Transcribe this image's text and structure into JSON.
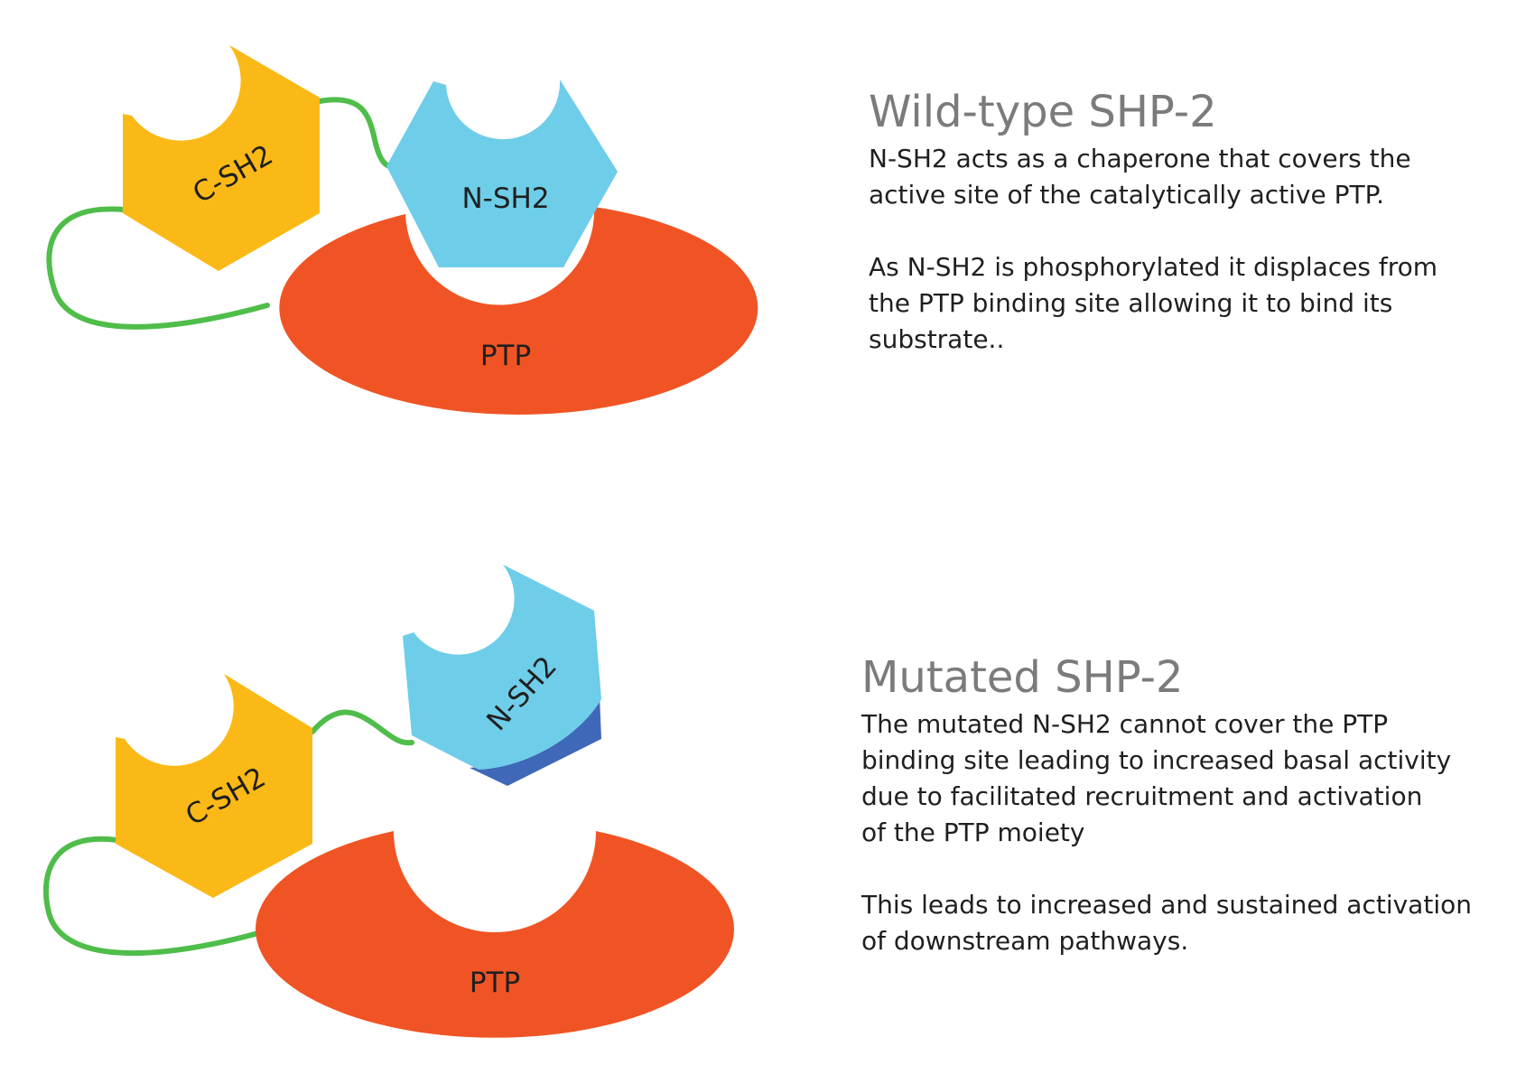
{
  "wild_type": {
    "title": "Wild-type SHP-2",
    "paragraphs": [
      "N-SH2 acts as a chaperone that covers the\nactive site of the catalytically active PTP.",
      "As N-SH2 is phosphorylated it displaces from\nthe PTP binding site allowing it to bind its\nsubstrate.."
    ],
    "labels": {
      "c_sh2": "C-SH2",
      "n_sh2": "N-SH2",
      "ptp": "PTP"
    }
  },
  "mutated": {
    "title": "Mutated SHP-2",
    "paragraphs": [
      "The mutated N-SH2 cannot cover the PTP\nbinding site leading to increased basal activity\ndue to facilitated recruitment and activation\nof the PTP moiety",
      "This leads to increased and sustained activation\nof downstream pathways."
    ],
    "labels": {
      "c_sh2": "C-SH2",
      "n_sh2": "N-SH2",
      "ptp": "PTP"
    }
  },
  "colors": {
    "c_sh2": "#fbb917",
    "n_sh2": "#6ecde8",
    "n_sh2_mutation": "#4068b8",
    "ptp": "#f05425",
    "linker": "#4fbd4a",
    "title": "#7b7b7b"
  }
}
